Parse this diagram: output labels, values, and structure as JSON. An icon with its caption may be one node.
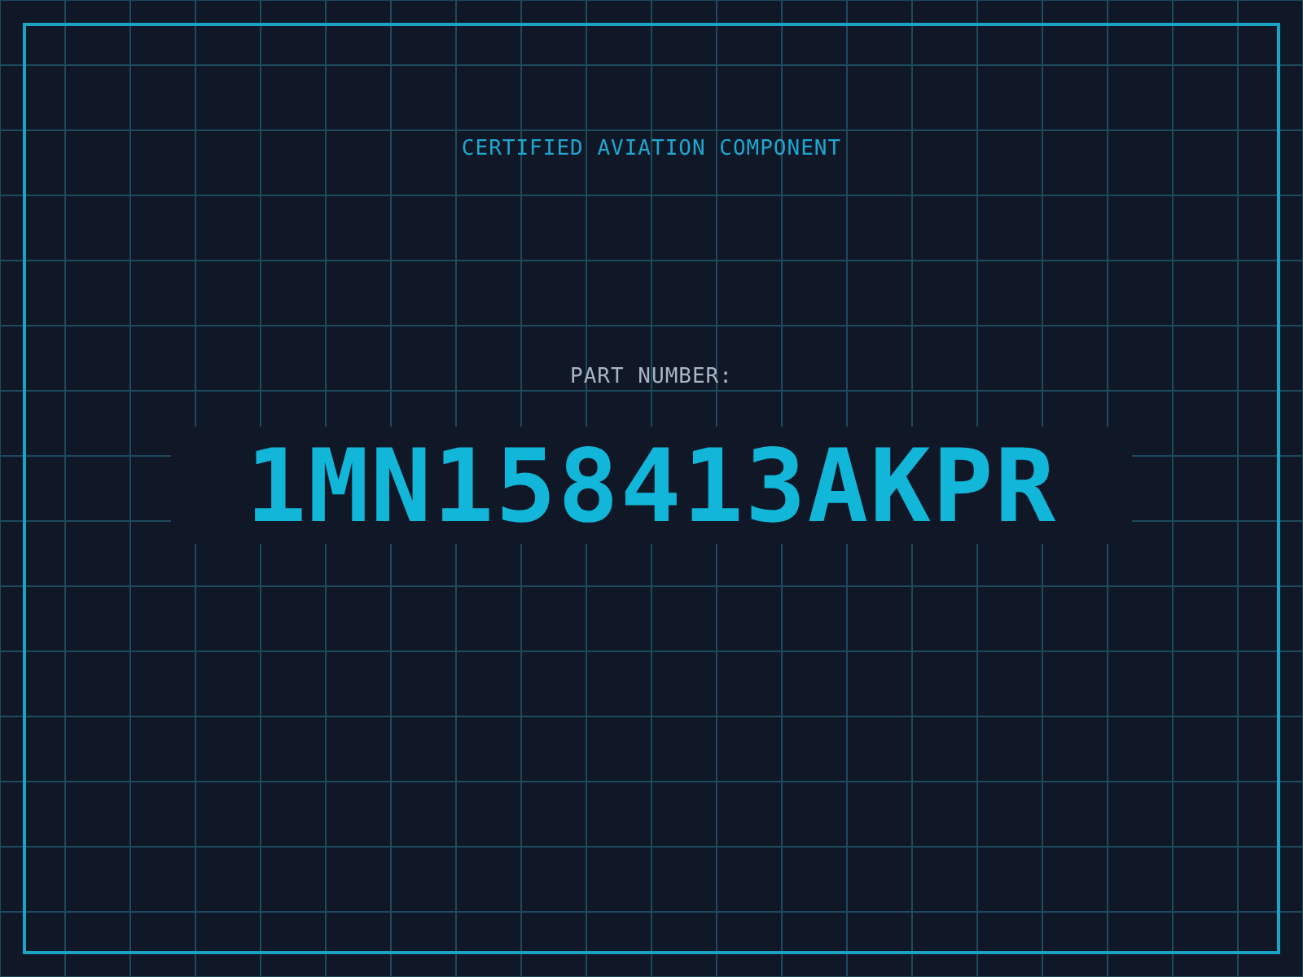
{
  "diagram": {
    "labels": [
      "CERTIFIED AVIATION COMPONENT",
      "PART NUMBER:",
      "1MN158413AKPR"
    ]
  }
}
